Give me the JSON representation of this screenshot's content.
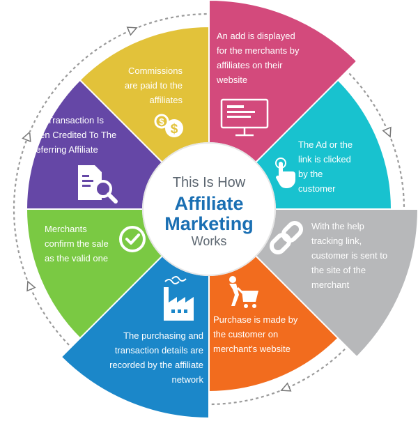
{
  "center": {
    "line1": "This Is How",
    "line2": "Affiliate",
    "line3": "Marketing",
    "line4": "Works"
  },
  "segments": [
    {
      "id": "ad-display",
      "color": "#d34a7c",
      "icon": "monitor-icon",
      "lines": [
        "An add is displayed",
        "for the merchants by",
        "affiliates on their",
        "website"
      ]
    },
    {
      "id": "ad-click",
      "color": "#18c2cf",
      "icon": "pointer-hand-icon",
      "lines": [
        "The Ad or the",
        "link is clicked",
        "by the",
        "customer"
      ]
    },
    {
      "id": "tracking-link",
      "color": "#b7b8ba",
      "icon": "link-icon",
      "lines": [
        "With the help",
        "tracking link,",
        "customer is sent to",
        "the site of the",
        "merchant"
      ]
    },
    {
      "id": "purchase",
      "color": "#f26c1e",
      "icon": "shopping-cart-icon",
      "lines": [
        "Purchase is made by",
        "the customer on",
        "merchant's website"
      ]
    },
    {
      "id": "recorded",
      "color": "#1b87c9",
      "icon": "factory-icon",
      "lines": [
        "The purchasing and",
        "transaction details are",
        "recorded by the affiliate",
        "network"
      ]
    },
    {
      "id": "confirm",
      "color": "#7ac943",
      "icon": "check-circle-icon",
      "lines": [
        "Merchants",
        "confirm the sale",
        "as the valid one"
      ]
    },
    {
      "id": "credited",
      "color": "#6547a6",
      "icon": "document-search-icon",
      "lines": [
        "The Transaction Is",
        "Then Credited To The",
        "Referring Affiliate"
      ]
    },
    {
      "id": "commission",
      "color": "#e2c23a",
      "icon": "coins-dollar-icon",
      "lines": [
        "Commissions",
        "are paid to the",
        "affiliates"
      ]
    }
  ]
}
